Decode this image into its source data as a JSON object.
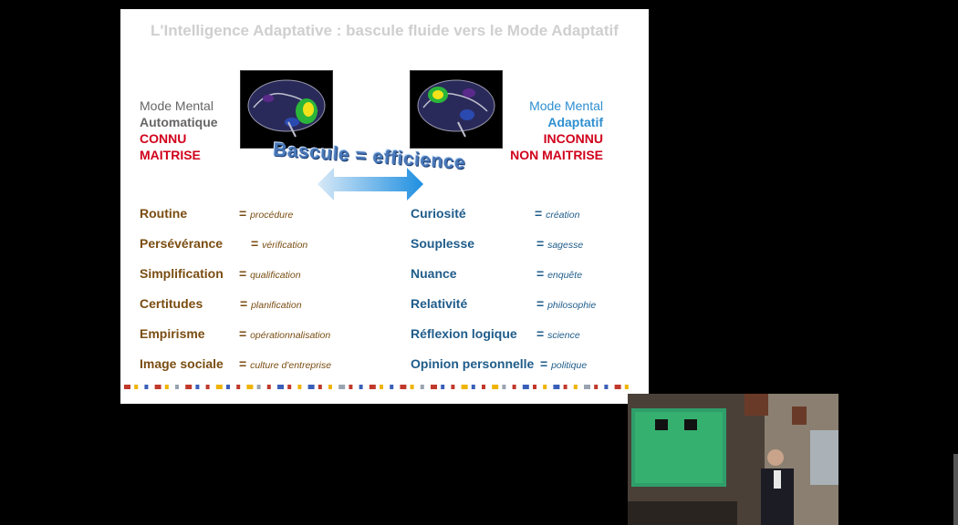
{
  "slide": {
    "title": "L'Intelligence Adaptative : bascule fluide vers le Mode Adaptatif",
    "left_mode": {
      "line1": "Mode Mental",
      "line2": "Automatique",
      "line3": "CONNU",
      "line4": "MAITRISE"
    },
    "right_mode": {
      "line1": "Mode Mental",
      "line2": "Adaptatif",
      "line3": "INCONNU",
      "line4": "NON MAITRISE"
    },
    "bascule": "Bascule = efficience",
    "left_items": [
      {
        "term": "Routine",
        "value": "procédure"
      },
      {
        "term": "Persévérance",
        "value": "vérification"
      },
      {
        "term": "Simplification",
        "value": "qualification"
      },
      {
        "term": "Certitudes",
        "value": "planification"
      },
      {
        "term": "Empirisme",
        "value": "opérationnalisation"
      },
      {
        "term": "Image sociale",
        "value": "culture d'entreprise"
      }
    ],
    "right_items": [
      {
        "term": "Curiosité",
        "value": "création"
      },
      {
        "term": "Souplesse",
        "value": "sagesse"
      },
      {
        "term": "Nuance",
        "value": "enquête"
      },
      {
        "term": "Relativité",
        "value": "philosophie"
      },
      {
        "term": "Réflexion logique",
        "value": "science"
      },
      {
        "term": "Opinion personnelle",
        "value": "politique"
      }
    ],
    "eq_sign": "=",
    "colors": {
      "brown": "#7a4d12",
      "blue": "#1f5c8a",
      "red": "#d0021b",
      "mode_blue": "#2e8fd0"
    }
  }
}
